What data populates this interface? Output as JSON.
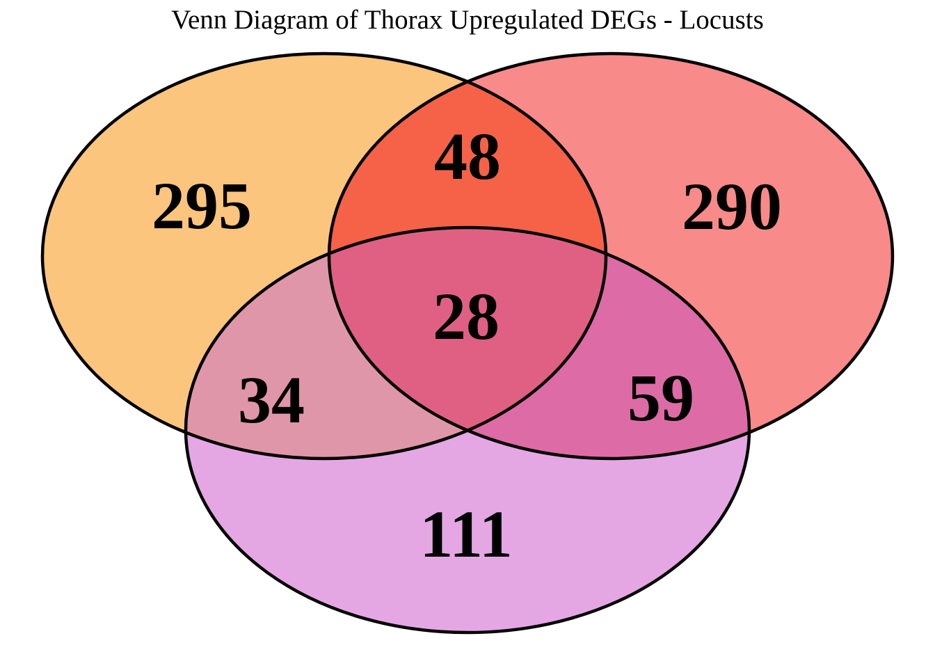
{
  "title": "Venn Diagram of Thorax Upregulated DEGs - Locusts",
  "colors": {
    "background": "#FFFFFF",
    "outline": "#000000",
    "text": "#000000"
  },
  "chart_data": {
    "type": "venn",
    "title": "Venn Diagram of Thorax Upregulated DEGs - Locusts",
    "legend_position": "none",
    "sets": [
      {
        "position": "top-left",
        "color": "#FBC57E"
      },
      {
        "position": "top-right",
        "color": "#F98A8A"
      },
      {
        "position": "bottom",
        "color": "#E4A7E4"
      }
    ],
    "regions": [
      {
        "sets": [
          "top-left"
        ],
        "value": "295",
        "color": "#FBC57E"
      },
      {
        "sets": [
          "top-right"
        ],
        "value": "290",
        "color": "#F98A8A"
      },
      {
        "sets": [
          "bottom"
        ],
        "value": "111",
        "color": "#E4A7E4"
      },
      {
        "sets": [
          "top-left",
          "top-right"
        ],
        "value": "48",
        "color": "#F56248"
      },
      {
        "sets": [
          "top-left",
          "bottom"
        ],
        "value": "34",
        "color": "#E096A9"
      },
      {
        "sets": [
          "top-right",
          "bottom"
        ],
        "value": "59",
        "color": "#DD6BA6"
      },
      {
        "sets": [
          "top-left",
          "top-right",
          "bottom"
        ],
        "value": "28",
        "color": "#E06084"
      }
    ]
  }
}
